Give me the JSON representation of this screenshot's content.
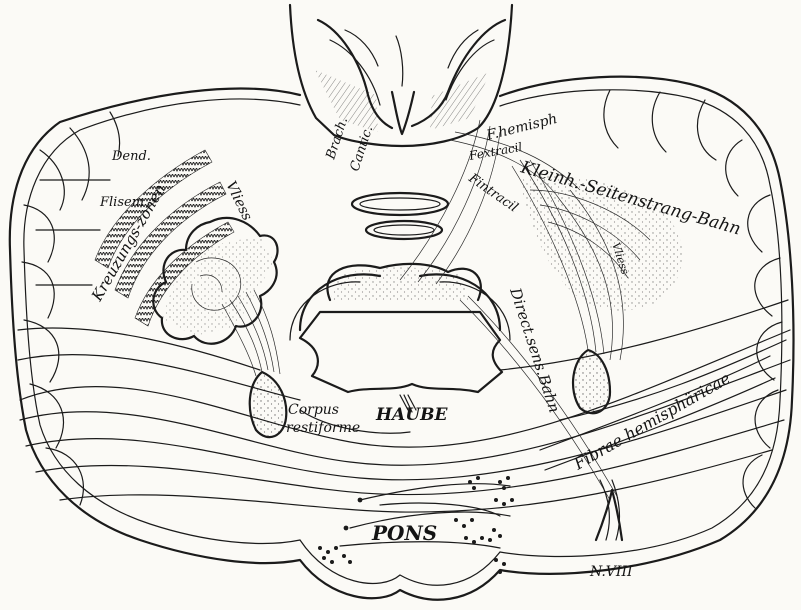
{
  "labels": {
    "fhemisph": "F.hemisph",
    "extracil": "Fextracil",
    "brach": "Brach.",
    "cantic": "Cantic.",
    "kleinh": "Kleinh.-Seitenstrang-Bahn",
    "fintracil": "Fintracil",
    "dend": "Dend.",
    "flisem": "Flisem",
    "kreuzung": "Kreuzungs-zonen",
    "vliess_left": "Vliess",
    "vliess_right": "Vliess",
    "direct": "Direct.sens.Bahn",
    "fibrae": "Fibrae hemisphäricae",
    "corpus": "Corpus",
    "restiforme": "restiforme",
    "haube": "HAUBE",
    "pons": "PONS",
    "nviii": "N.VIII"
  }
}
